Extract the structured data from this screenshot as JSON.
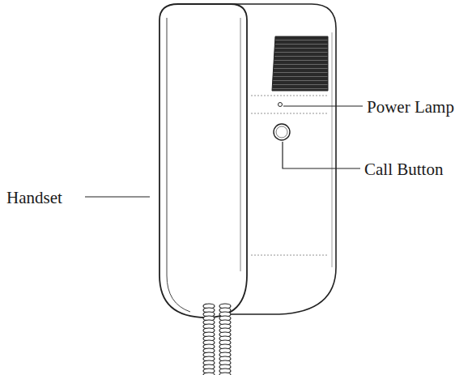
{
  "diagram": {
    "labels": [
      "Power Lamp",
      "Call Button",
      "Handset"
    ]
  }
}
